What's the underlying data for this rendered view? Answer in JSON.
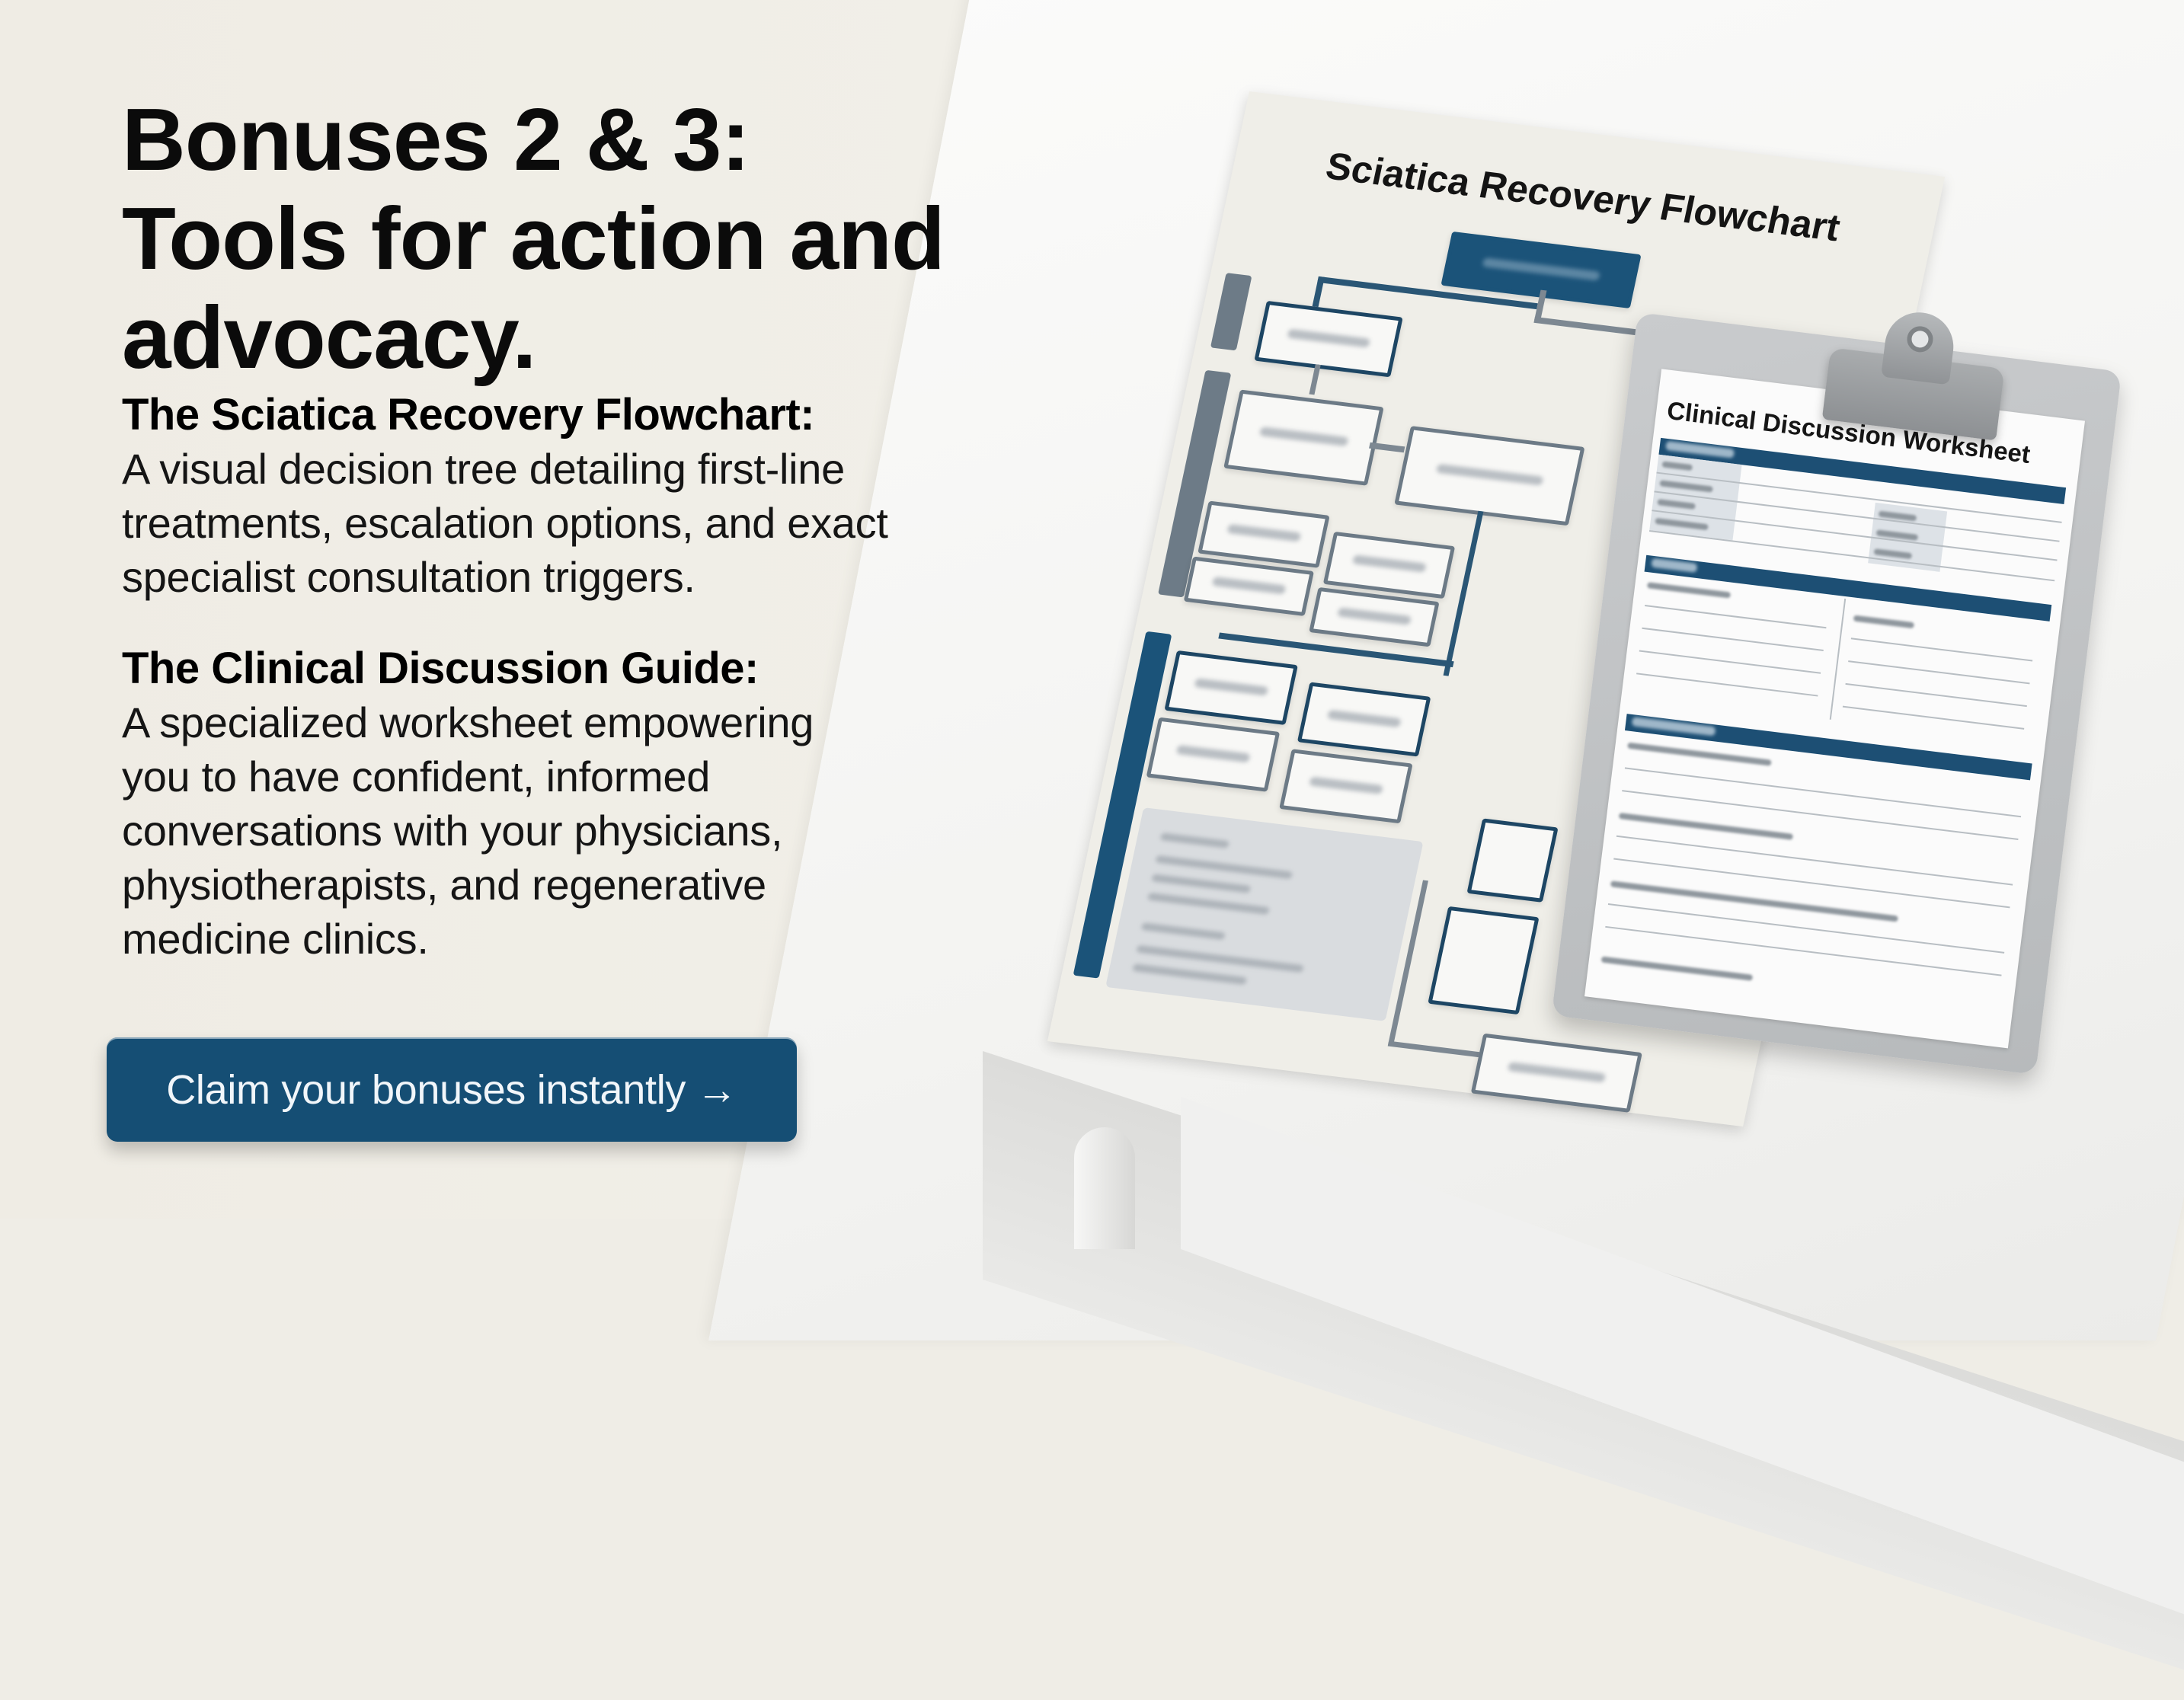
{
  "headline": {
    "line1": "Bonuses 2 & 3:",
    "line2": "Tools for action and",
    "line3": "advocacy."
  },
  "sections": [
    {
      "title": "The Sciatica Recovery Flowchart:",
      "body_lines": [
        "A visual decision tree detailing first-line",
        "treatments, escalation options, and exact",
        "specialist consultation triggers."
      ]
    },
    {
      "title": "The Clinical Discussion Guide:",
      "body_lines": [
        "A specialized worksheet empowering",
        "you to have confident, informed",
        "conversations with your physicians,",
        "physiotherapists, and regenerative",
        "medicine clinics."
      ]
    }
  ],
  "cta": {
    "label": "Claim your bonuses instantly",
    "icon": "arrow-right-icon",
    "arrow_glyph": "→",
    "color": "#154e74"
  },
  "illustration": {
    "flowchart_title": "Sciatica Recovery Flowchart",
    "worksheet_title": "Clinical Discussion Worksheet",
    "accent_color": "#1b5379"
  },
  "colors": {
    "background": "#efece4",
    "text": "#0b0b0b",
    "button_text": "#f1f6fa"
  }
}
